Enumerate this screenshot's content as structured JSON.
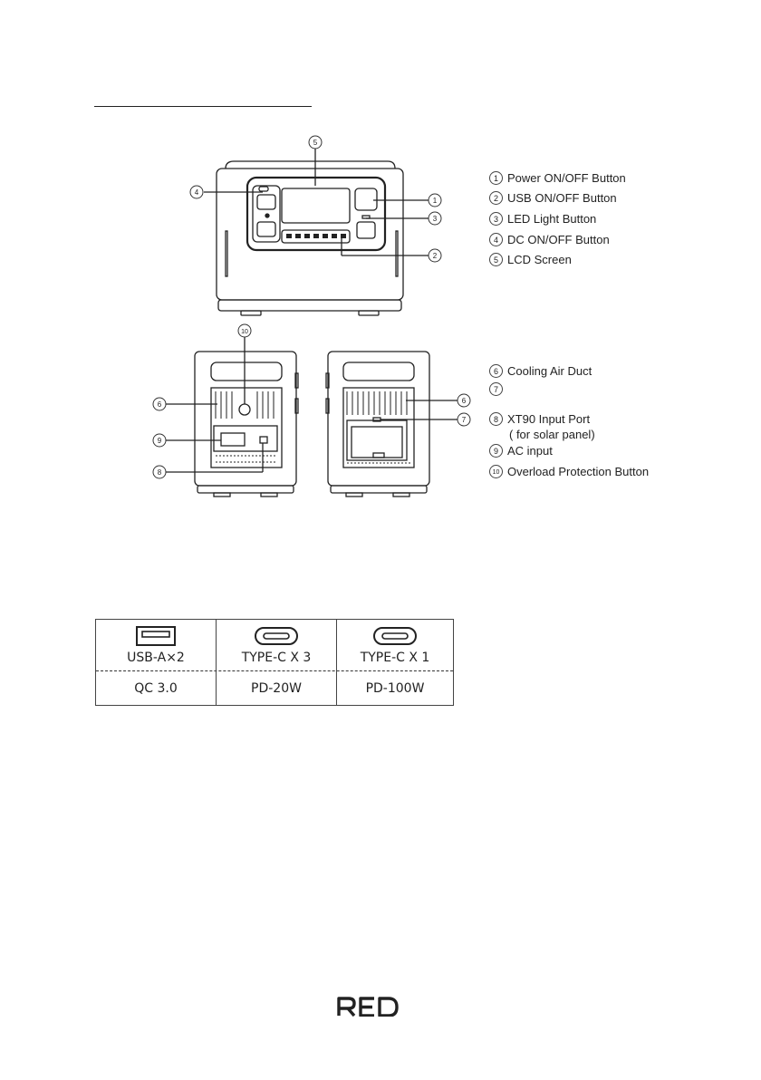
{
  "legend_front": [
    {
      "num": "1",
      "label": "Power ON/OFF Button"
    },
    {
      "num": "2",
      "label": "USB ON/OFF Button"
    },
    {
      "num": "3",
      "label": "LED Light Button"
    },
    {
      "num": "4",
      "label": "DC ON/OFF Button"
    },
    {
      "num": "5",
      "label": "LCD Screen"
    }
  ],
  "legend_back": [
    {
      "num": "6",
      "label": " Cooling Air Duct"
    },
    {
      "num": "7",
      "label": ""
    },
    {
      "num": "8",
      "label": "XT90 Input Port",
      "sub": "( for solar panel)"
    },
    {
      "num": "9",
      "label": "AC input"
    },
    {
      "num": "10",
      "label": "Overload Protection Button"
    }
  ],
  "callouts": {
    "c1": "1",
    "c2": "2",
    "c3": "3",
    "c4": "4",
    "c5": "5",
    "c6a": "6",
    "c6b": "6",
    "c7": "7",
    "c8": "8",
    "c9": "9",
    "c10": "10"
  },
  "ports": [
    {
      "name": "USB-A×2",
      "spec": "QC 3.0",
      "icon": "usb-a-icon"
    },
    {
      "name": "TYPE-C X 3",
      "spec": "PD-20W",
      "icon": "usb-c-icon"
    },
    {
      "name": "TYPE-C X 1",
      "spec": "PD-100W",
      "icon": "usb-c-icon"
    }
  ],
  "brand": "RED"
}
